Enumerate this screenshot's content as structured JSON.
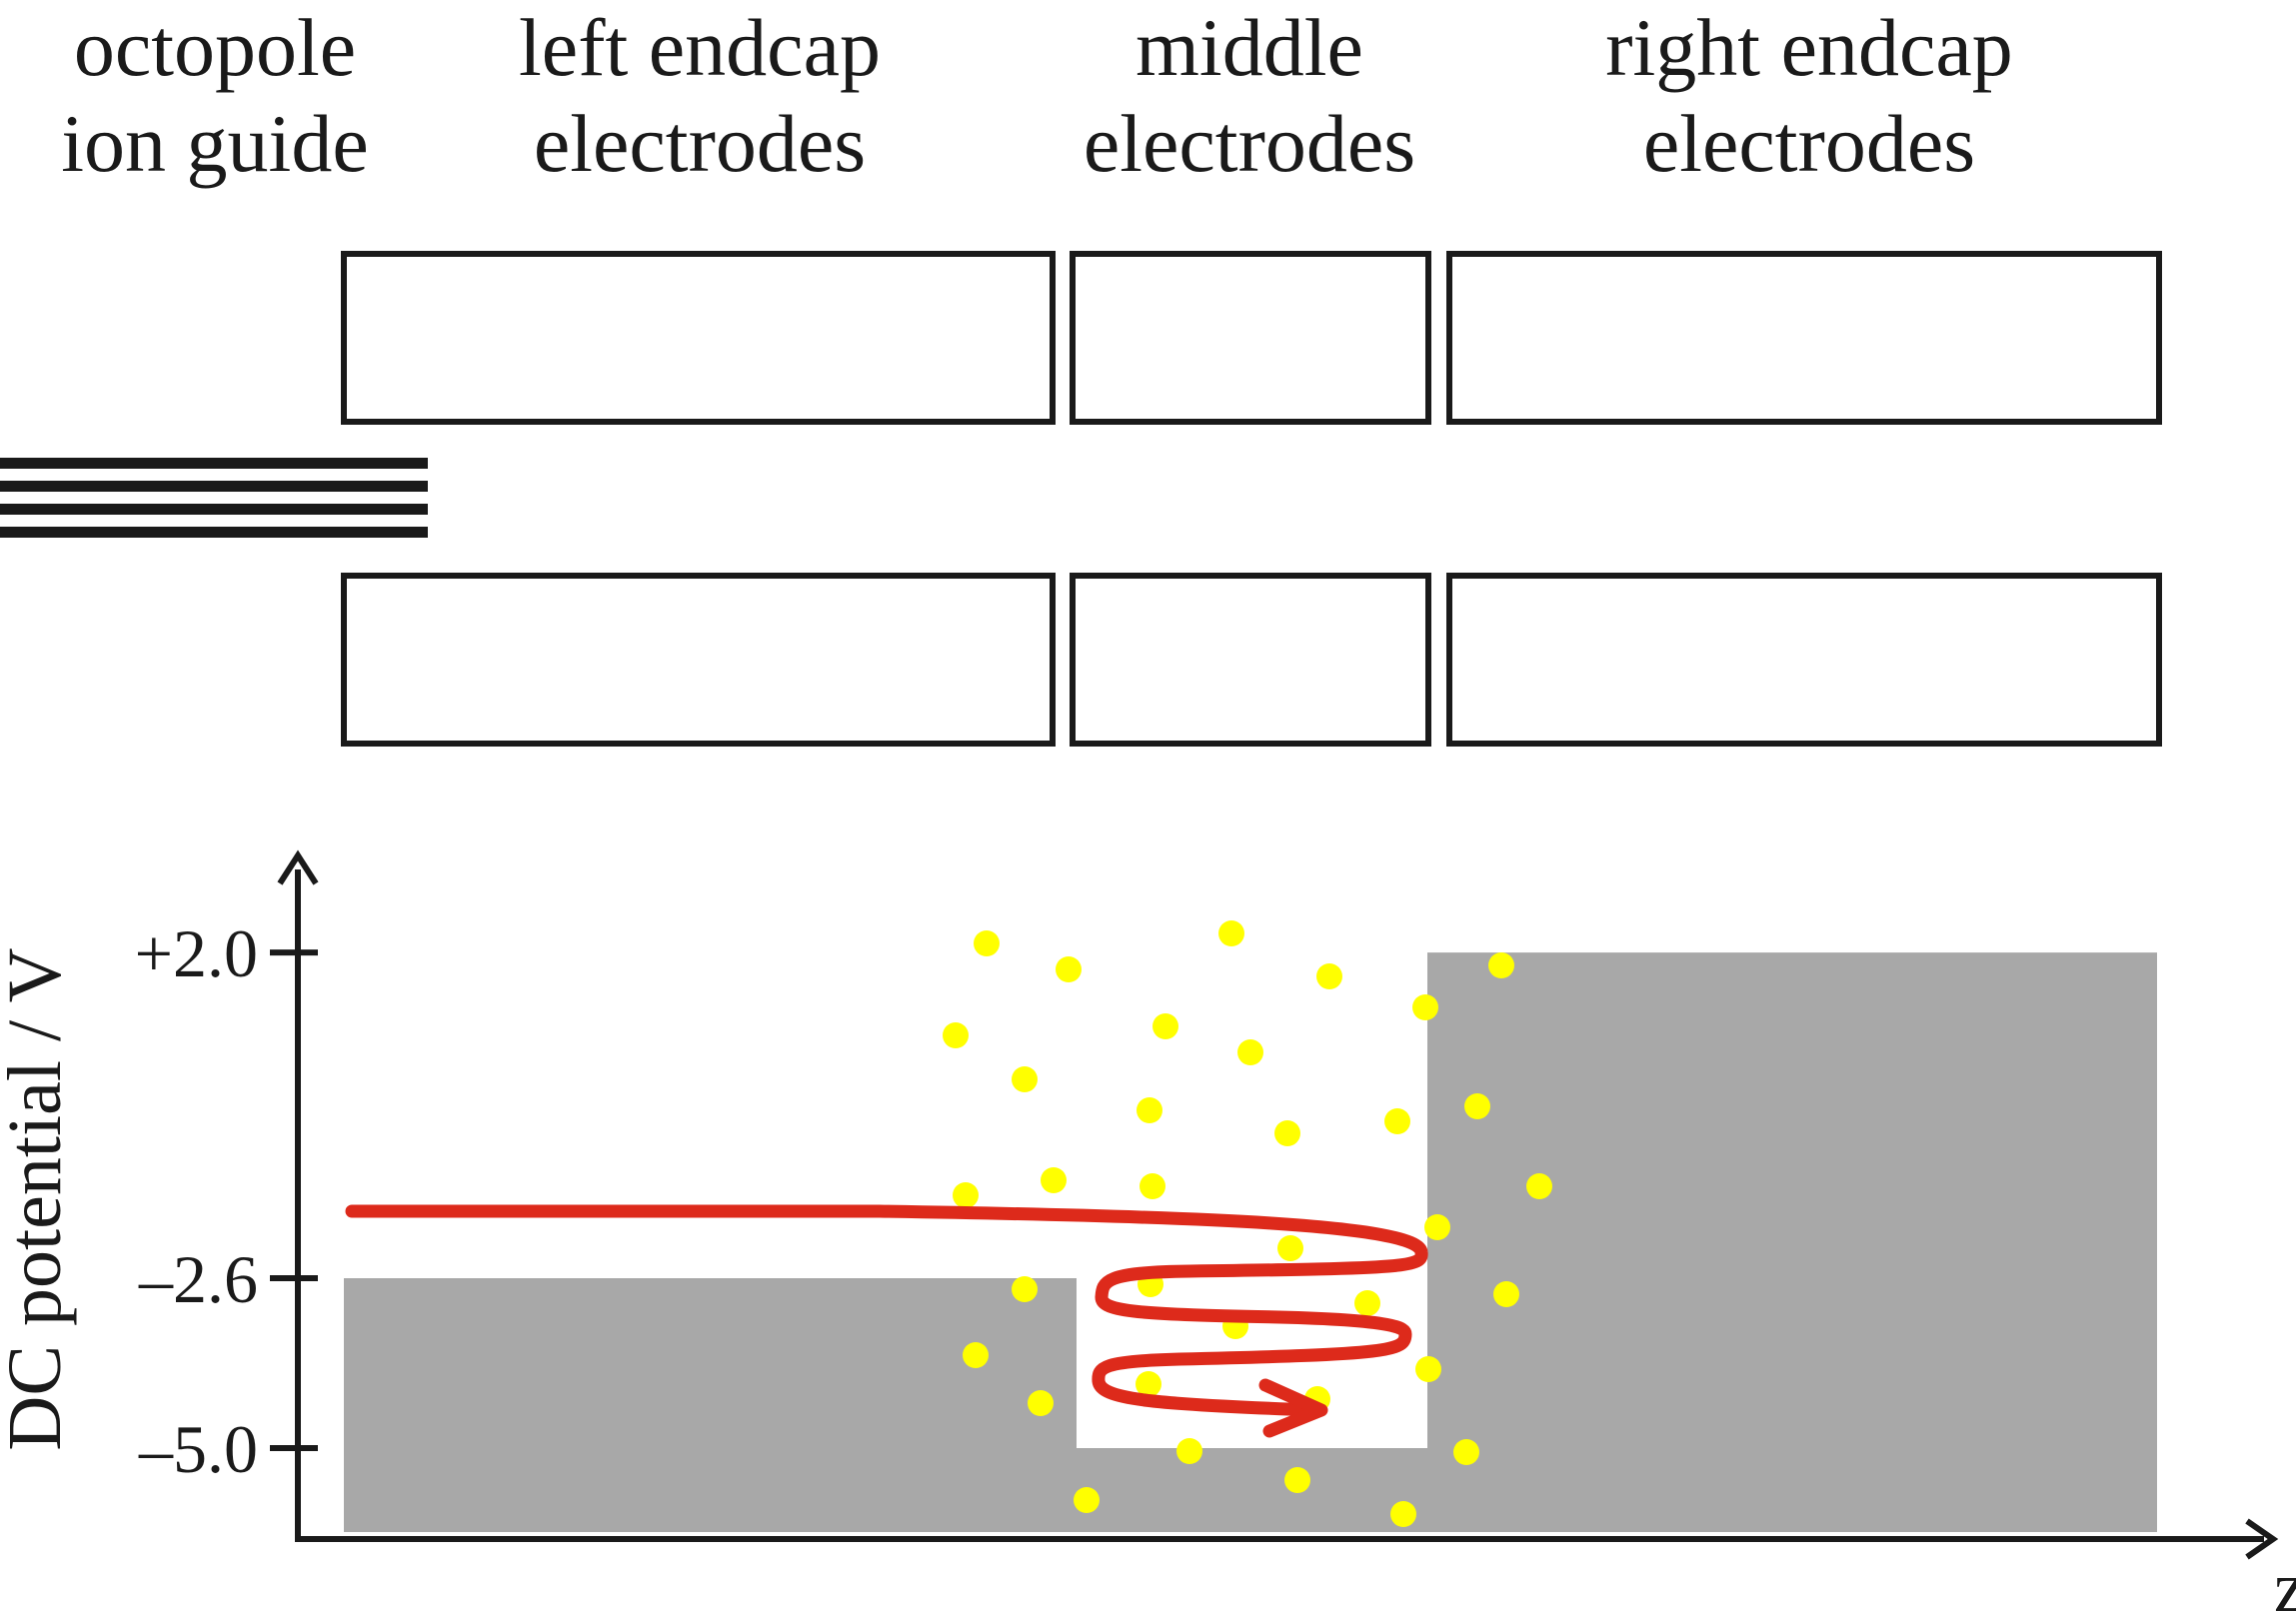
{
  "labels": {
    "octopole": [
      "octopole",
      "ion guide"
    ],
    "left_endcap": [
      "left endcap",
      "electrodes"
    ],
    "middle": [
      "middle",
      "electrodes"
    ],
    "right_endcap": [
      "right endcap",
      "electrodes"
    ]
  },
  "chart_data": {
    "type": "area",
    "ylabel": "DC potential / V",
    "xlabel": "z",
    "yticks": [
      {
        "value": 2.0,
        "label": "+2.0"
      },
      {
        "value": -2.6,
        "label": "–2.6"
      },
      {
        "value": -5.0,
        "label": "–5.0"
      }
    ],
    "segments": [
      {
        "name": "left endcap",
        "potential": -2.6
      },
      {
        "name": "middle",
        "potential": -5.0
      },
      {
        "name": "right endcap",
        "potential": 2.0
      }
    ]
  },
  "colors": {
    "potential_fill": "#a8a8a8",
    "ion_path": "#dd2a1b",
    "ions": "#ffff00",
    "lines": "#1a1a1a"
  }
}
